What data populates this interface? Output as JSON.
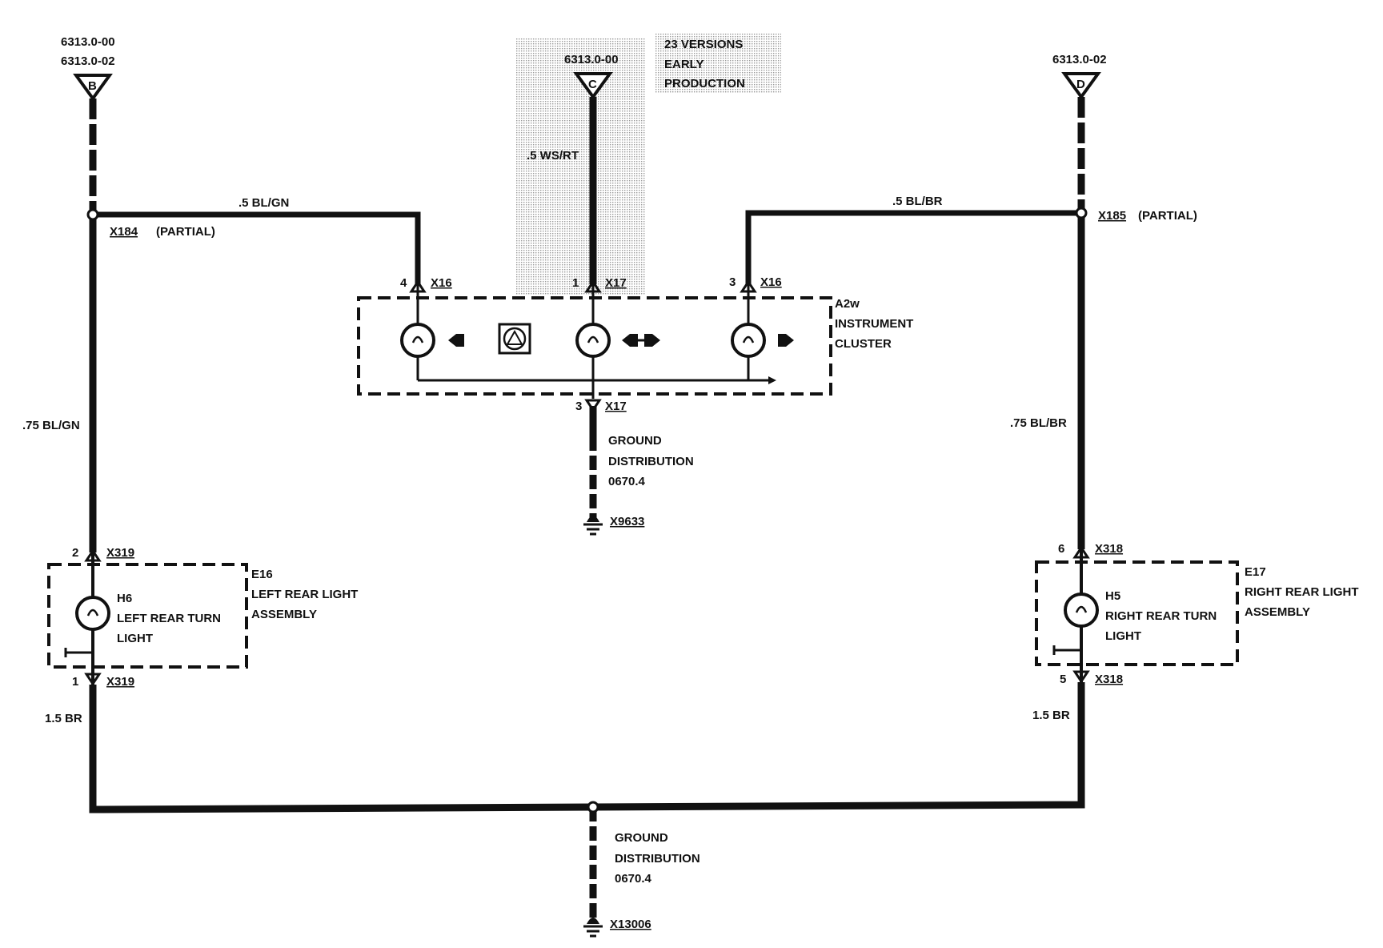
{
  "connectors_top": {
    "b": {
      "letter": "B",
      "ref1": "6313.0-00",
      "ref2": "6313.0-02"
    },
    "c": {
      "letter": "C",
      "ref1": "6313.0-00"
    },
    "d": {
      "letter": "D",
      "ref1": "6313.0-02"
    }
  },
  "versions_note": {
    "line1": "23 VERSIONS",
    "line2": "EARLY",
    "line3": "PRODUCTION"
  },
  "wires": {
    "c_wire": ".5 WS/RT",
    "left_branch": ".5 BL/GN",
    "right_branch": ".5 BL/BR",
    "left_main": ".75 BL/GN",
    "right_main": ".75 BL/BR",
    "left_ground": "1.5 BR",
    "right_ground": "1.5 BR"
  },
  "splices": {
    "x184": "X184",
    "x184_note": "(PARTIAL)",
    "x185": "X185",
    "x185_note": "(PARTIAL)"
  },
  "instrument_cluster": {
    "id": "A2w",
    "line1": "INSTRUMENT",
    "line2": "CLUSTER",
    "pin_left": "4",
    "conn_left": "X16",
    "pin_center": "1",
    "conn_center": "X17",
    "pin_right": "3",
    "conn_right": "X16",
    "pin_bottom": "3",
    "conn_bottom": "X17"
  },
  "ground_center": {
    "line1": "GROUND",
    "line2": "DISTRIBUTION",
    "line3": "0670.4",
    "point": "X9633"
  },
  "left_light": {
    "pin_top": "2",
    "conn_top": "X319",
    "pin_bottom": "1",
    "conn_bottom": "X319",
    "bulb_id": "H6",
    "bulb_line1": "LEFT REAR TURN",
    "bulb_line2": "LIGHT",
    "assembly_id": "E16",
    "assembly_line1": "LEFT REAR LIGHT",
    "assembly_line2": "ASSEMBLY"
  },
  "right_light": {
    "pin_top": "6",
    "conn_top": "X318",
    "pin_bottom": "5",
    "conn_bottom": "X318",
    "bulb_id": "H5",
    "bulb_line1": "RIGHT REAR TURN",
    "bulb_line2": "LIGHT",
    "assembly_id": "E17",
    "assembly_line1": "RIGHT REAR LIGHT",
    "assembly_line2": "ASSEMBLY"
  },
  "ground_bottom": {
    "line1": "GROUND",
    "line2": "DISTRIBUTION",
    "line3": "0670.4",
    "point": "X13006"
  }
}
